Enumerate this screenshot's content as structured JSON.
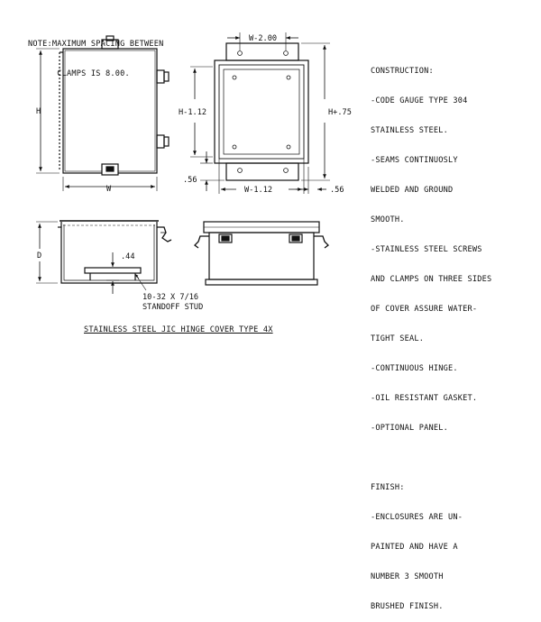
{
  "note": {
    "lines": [
      "NOTE:MAXIMUM SPACING BETWEEN",
      "      CLAMPS IS 8.00."
    ]
  },
  "dims": {
    "w_minus_200": "W-2.00",
    "h": "H",
    "h_minus_112": "H-1.12",
    "h_plus_75": "H+.75",
    "w": "W",
    "d_056": ".56",
    "w_minus_112": "W-1.12",
    "d_056b": ".56",
    "d": "D",
    "d_044": ".44",
    "stud_line1": "10-32 X 7/16",
    "stud_line2": "STANDOFF STUD"
  },
  "spec": {
    "lines": [
      "CONSTRUCTION:",
      "-CODE GAUGE TYPE 304",
      "STAINLESS STEEL.",
      "-SEAMS CONTINUOSLY",
      "WELDED AND GROUND",
      "SMOOTH.",
      "-STAINLESS STEEL SCREWS",
      "AND CLAMPS ON THREE SIDES",
      "OF COVER ASSURE WATER-",
      "TIGHT SEAL.",
      "-CONTINUOUS HINGE.",
      "-OIL RESISTANT GASKET.",
      "-OPTIONAL PANEL.",
      "",
      "FINISH:",
      "-ENCLOSURES ARE UN-",
      "PAINTED AND HAVE A",
      "NUMBER 3 SMOOTH",
      "BRUSHED FINISH."
    ]
  },
  "title": "STAINLESS STEEL JIC HINGE COVER TYPE 4X"
}
